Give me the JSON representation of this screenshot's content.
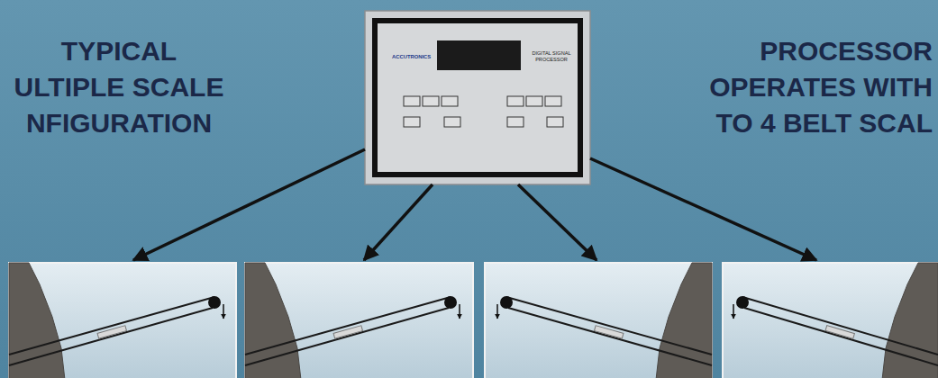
{
  "diagram": {
    "nodes": [
      {
        "text": [
          "ACCUTRONICS",
          "DIGITAL SIGNAL PROCESSOR"
        ]
      }
    ],
    "labels": [
      "TYPICAL ULTIPLE SCALE NFIGURATION",
      "PROCESSOR OPERATES WITH TO 4 BELT SCAL"
    ]
  }
}
